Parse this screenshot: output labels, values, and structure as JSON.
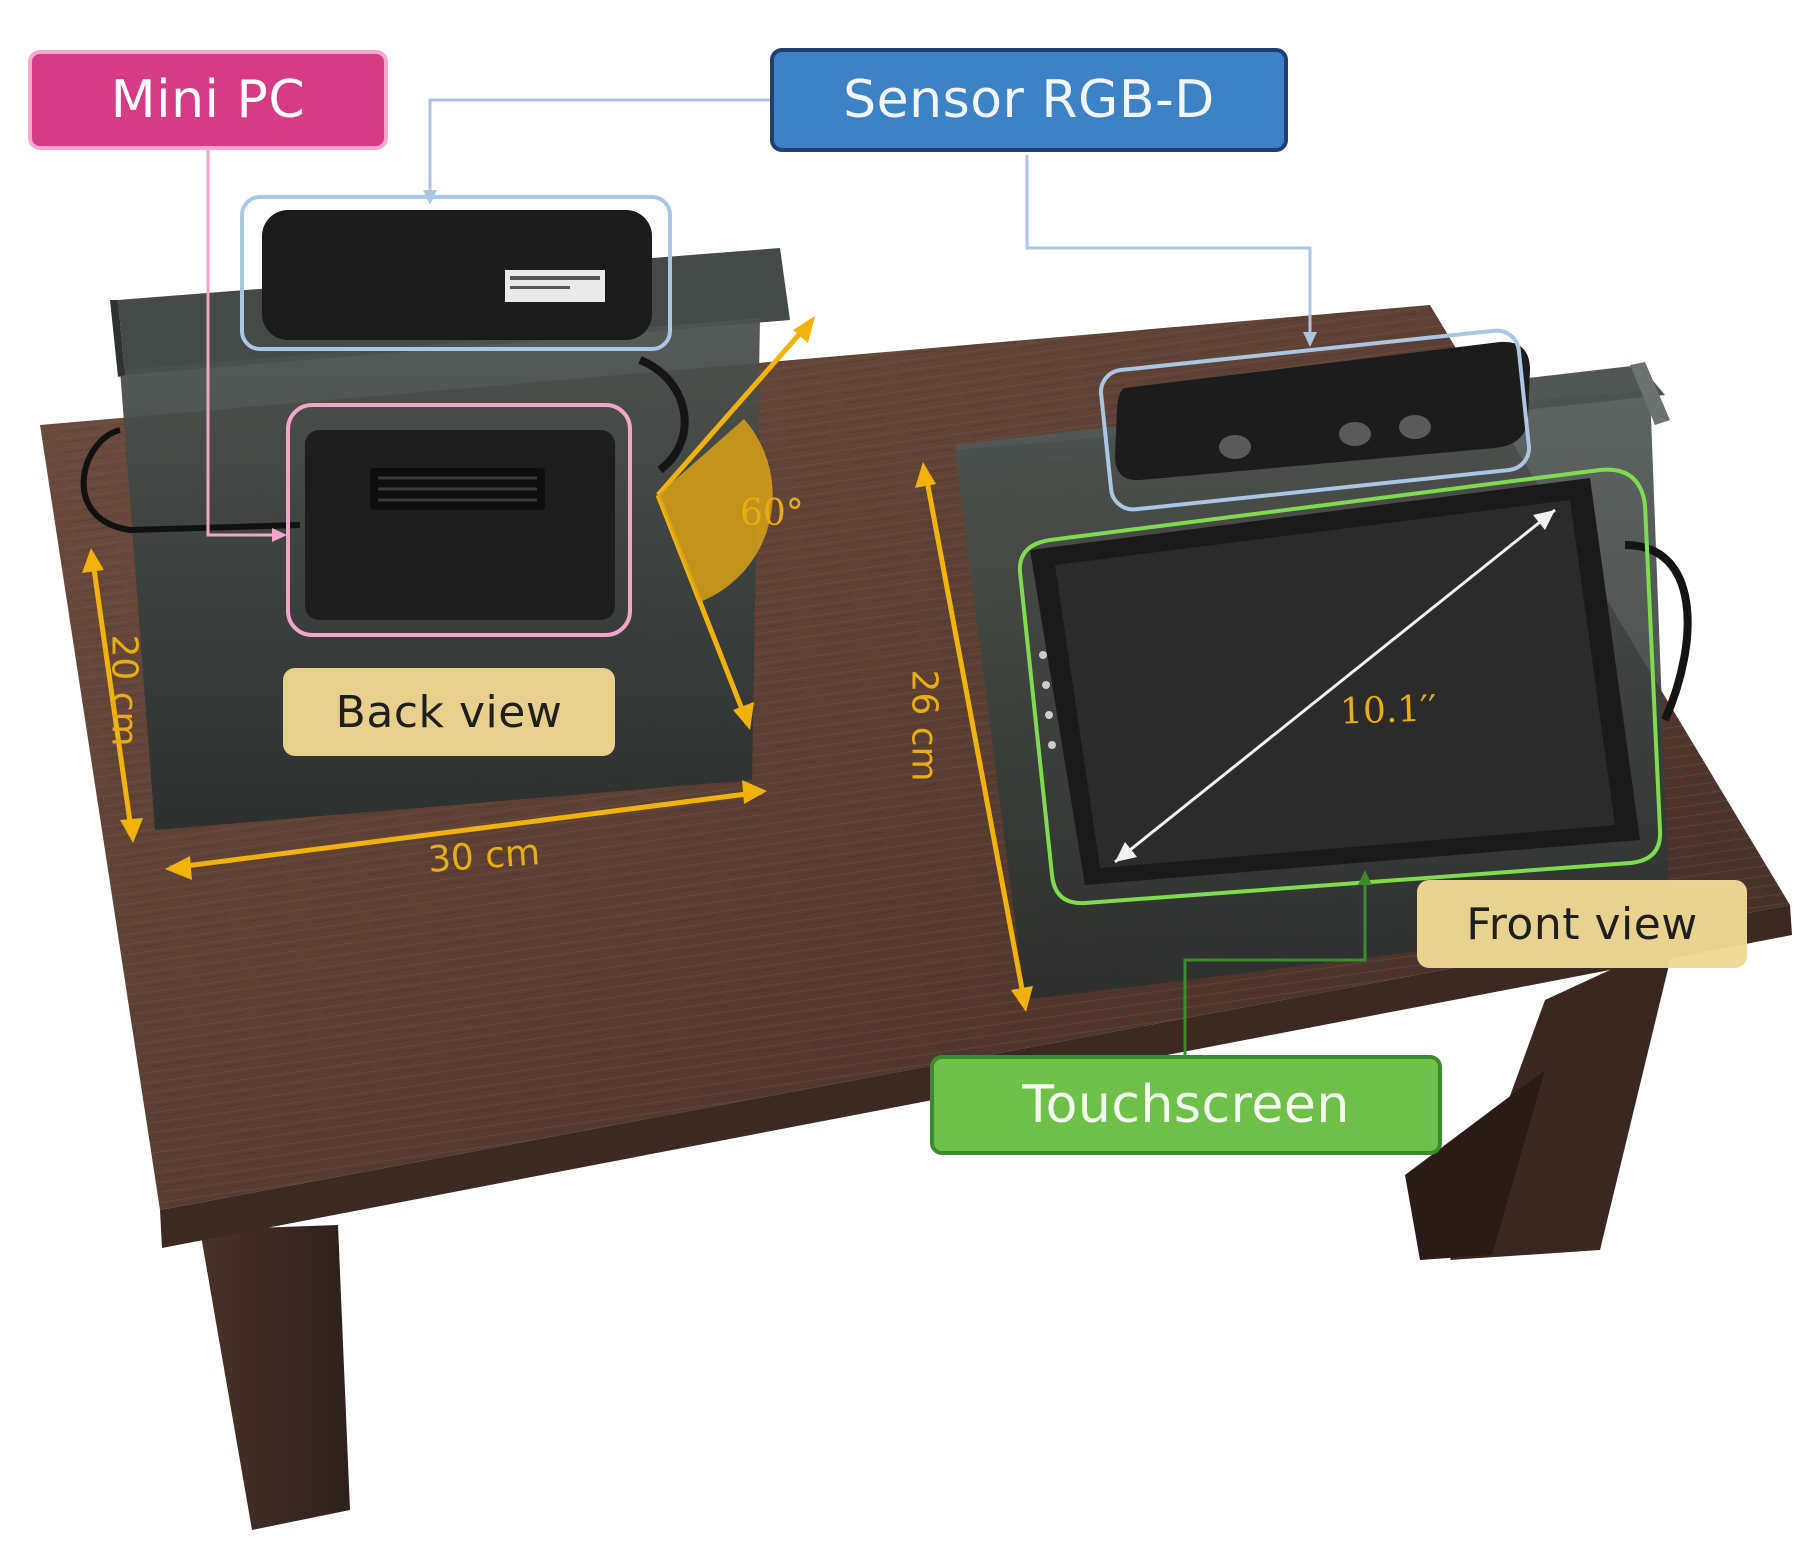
{
  "labels": {
    "mini_pc": "Mini PC",
    "sensor": "Sensor RGB-D",
    "touchscreen": "Touchscreen",
    "back_view": "Back view",
    "front_view": "Front view"
  },
  "dimensions": {
    "width": "30 cm",
    "depth_back": "20 cm",
    "depth_front": "26 cm",
    "angle": "60°",
    "diagonal": "10.1′′"
  },
  "colors": {
    "mini_pc": "#d63b86",
    "sensor": "#3c82c4",
    "touchscreen": "#6fc048",
    "dimension": "#e8ad14",
    "table": "#5a3f33"
  }
}
